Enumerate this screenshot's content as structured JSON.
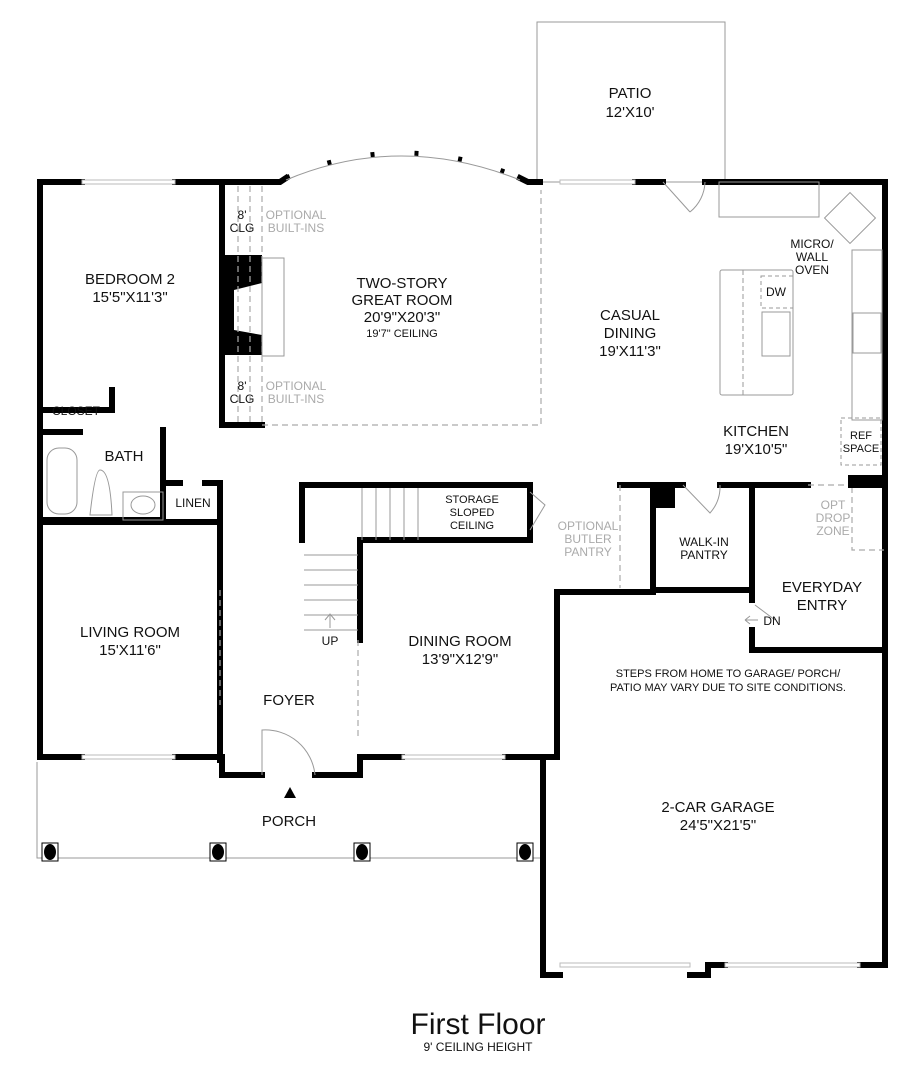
{
  "rooms": {
    "patio": {
      "name": "PATIO",
      "size": "12'X10'"
    },
    "bedroom2": {
      "name": "BEDROOM 2",
      "size": "15'5\"X11'3\""
    },
    "great_room": {
      "name1": "TWO-STORY",
      "name2": "GREAT ROOM",
      "size": "20'9\"X20'3\"",
      "ceiling": "19'7\" CEILING"
    },
    "casual_dining": {
      "name1": "CASUAL",
      "name2": "DINING",
      "size": "19'X11'3\""
    },
    "kitchen": {
      "name": "KITCHEN",
      "size": "19'X10'5\""
    },
    "closet": "CLOSET",
    "bath": "BATH",
    "linen": "LINEN",
    "storage": [
      "STORAGE",
      "SLOPED",
      "CEILING"
    ],
    "butler_pantry": [
      "OPTIONAL",
      "BUTLER",
      "PANTRY"
    ],
    "walk_in_pantry": [
      "WALK-IN",
      "PANTRY"
    ],
    "everyday_entry": [
      "EVERYDAY",
      "ENTRY"
    ],
    "living_room": {
      "name": "LIVING ROOM",
      "size": "15'X11'6\""
    },
    "dining_room": {
      "name": "DINING ROOM",
      "size": "13'9\"X12'9\""
    },
    "foyer": "FOYER",
    "porch": "PORCH",
    "garage": {
      "name": "2-CAR GARAGE",
      "size": "24'5\"X21'5\""
    }
  },
  "labels": {
    "clg_8": "8'",
    "clg": "CLG",
    "optional": "OPTIONAL",
    "built_ins": "BUILT-INS",
    "micro": [
      "MICRO/",
      "WALL",
      "OVEN"
    ],
    "dw": "DW",
    "ref": [
      "REF",
      "SPACE"
    ],
    "opt_drop": [
      "OPT",
      "DROP",
      "ZONE"
    ],
    "up": "UP",
    "dn": "DN",
    "steps_note": [
      "STEPS FROM HOME TO GARAGE/ PORCH/",
      "PATIO MAY VARY DUE TO SITE CONDITIONS."
    ]
  },
  "footer": {
    "title": "First Floor",
    "subtitle": "9' CEILING HEIGHT"
  }
}
